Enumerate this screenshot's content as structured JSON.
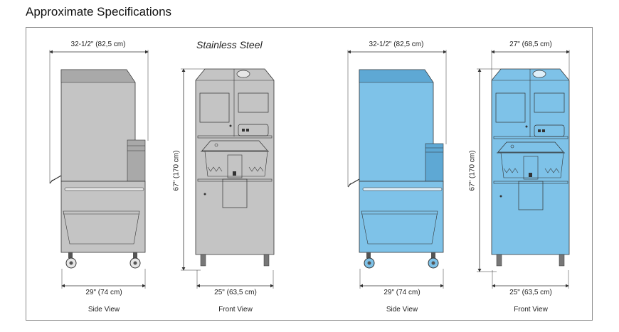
{
  "page": {
    "title": "Approximate Specifications"
  },
  "finishes": {
    "stainless": {
      "label": "Stainless Steel",
      "fill": "#c4c4c4",
      "detail": "#a9a9a9"
    },
    "blue": {
      "fill": "#7ec2e8",
      "detail": "#5ea8d4"
    }
  },
  "stroke_color": "#333333",
  "views": {
    "stainless_side": {
      "caption": "Side View",
      "width_top": "32-1/2\" (82,5 cm)",
      "width_bottom": "29\" (74 cm)"
    },
    "stainless_front": {
      "caption": "Front View",
      "height": "67\" (170 cm)",
      "width_bottom": "25\" (63,5 cm)"
    },
    "blue_side": {
      "caption": "Side View",
      "width_top": "32-1/2\" (82,5 cm)",
      "width_bottom": "29\" (74 cm)"
    },
    "blue_front": {
      "caption": "Front View",
      "width_top": "27\" (68,5 cm)",
      "height": "67\" (170 cm)",
      "width_bottom": "25\" (63,5 cm)"
    }
  }
}
